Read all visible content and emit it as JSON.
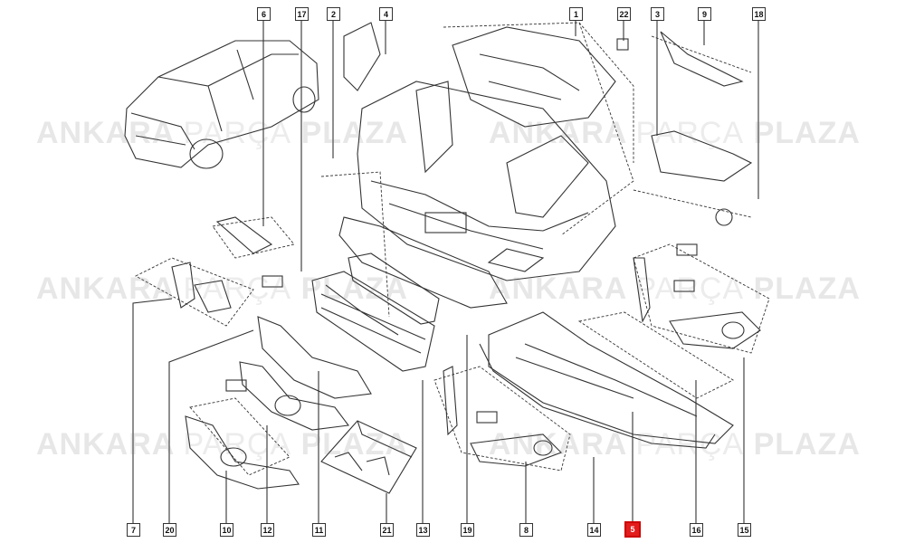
{
  "watermark": {
    "part_a": "ANKARA",
    "part_b": "PARÇA",
    "part_c": "PLAZA"
  },
  "callouts": {
    "c6": "6",
    "c17": "17",
    "c2": "2",
    "c4": "4",
    "c1": "1",
    "c22": "22",
    "c3": "3",
    "c9": "9",
    "c18": "18",
    "c7": "7",
    "c20": "20",
    "c10": "10",
    "c12": "12",
    "c11": "11",
    "c21": "21",
    "c13": "13",
    "c19": "19",
    "c8": "8",
    "c14": "14",
    "c5": "5",
    "c16": "16",
    "c15": "15"
  },
  "highlighted_part": "5",
  "colors": {
    "line": "#333333",
    "highlight": "#e31c1c",
    "watermark": "#cccccc"
  }
}
